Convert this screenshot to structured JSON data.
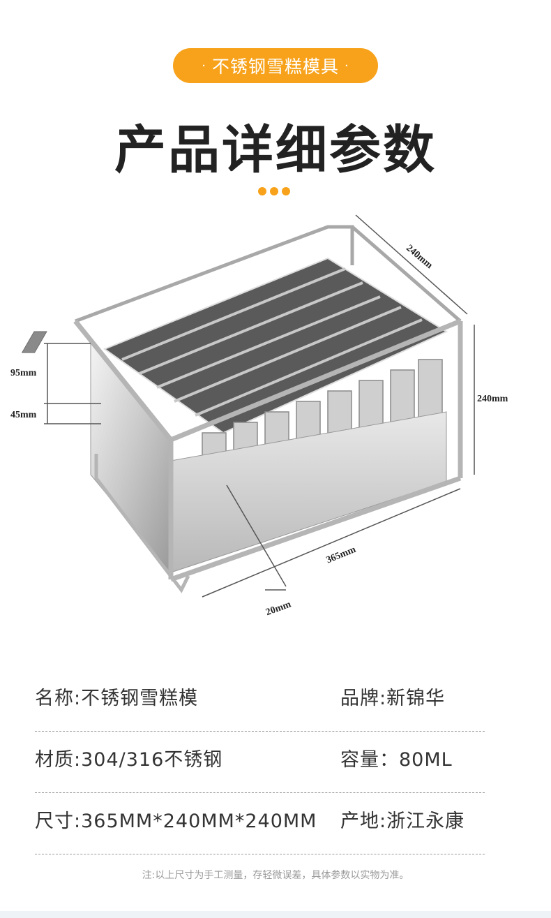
{
  "header": {
    "tag_text": "不锈钢雪糕模具",
    "tag_dot": "·",
    "title": "产品详细参数"
  },
  "product_image": {
    "dimensions": {
      "depth": "240mm",
      "height": "240mm",
      "length": "365mm",
      "stick_gap": "20mm",
      "mold_height": "95mm",
      "handle_height": "45mm"
    }
  },
  "specs": {
    "rows": [
      {
        "left": "名称:不锈钢雪糕模",
        "right": "品牌:新锦华"
      },
      {
        "left": "材质:304/316不锈钢",
        "right": "容量：80ML"
      },
      {
        "left": "尺寸:365MM*240MM*240MM",
        "right": "产地:浙江永康"
      }
    ]
  },
  "note": "注:以上尺寸为手工测量，存轻微误差，具体参数以实物为准。",
  "colors": {
    "accent": "#f7a21a",
    "title": "#222222"
  }
}
